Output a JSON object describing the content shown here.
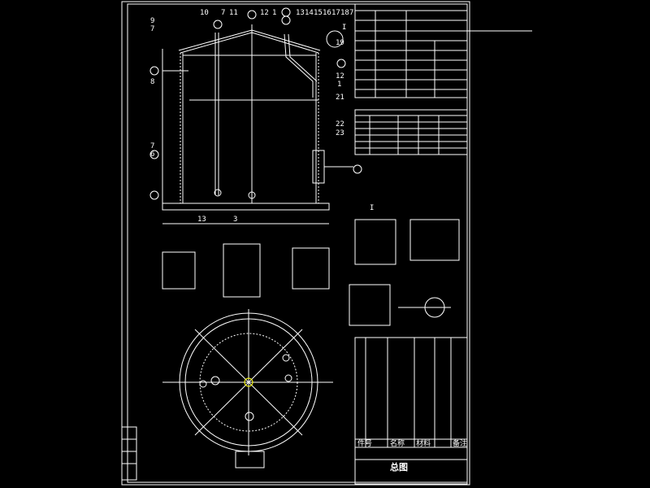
{
  "drawing": {
    "callouts_top": [
      "10",
      "7",
      "11",
      "12",
      "1",
      "13",
      "14",
      "15",
      "16",
      "17",
      "18",
      "7"
    ],
    "callouts_side": [
      "9",
      "7",
      "8",
      "19",
      "12",
      "1",
      "21",
      "22",
      "23",
      "7",
      "6",
      "13",
      "3",
      "I"
    ],
    "detail_I_label": "I",
    "title_block_label": "总图",
    "columns_footer": [
      "件号",
      "名称",
      "材料",
      "备注"
    ]
  },
  "colors": {
    "background": "#000000",
    "lines": "#ffffff",
    "highlight": "#ffff00",
    "accent": "#00ffff"
  }
}
